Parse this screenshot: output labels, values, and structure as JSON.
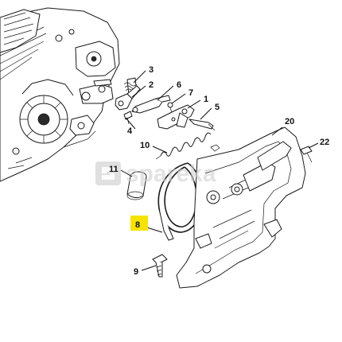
{
  "diagram": {
    "highlight_color": "#f7e300",
    "highlighted_part": "8",
    "watermark": {
      "text": "spareka"
    },
    "parts": [
      {
        "id": "p1",
        "number": "1"
      },
      {
        "id": "p2",
        "number": "2"
      },
      {
        "id": "p3",
        "number": "3"
      },
      {
        "id": "p4",
        "number": "4"
      },
      {
        "id": "p5",
        "number": "5"
      },
      {
        "id": "p6",
        "number": "6"
      },
      {
        "id": "p7",
        "number": "7"
      },
      {
        "id": "p8",
        "number": "8"
      },
      {
        "id": "p9",
        "number": "9"
      },
      {
        "id": "p10",
        "number": "10"
      },
      {
        "id": "p11",
        "number": "11"
      },
      {
        "id": "p20",
        "number": "20"
      },
      {
        "id": "p22",
        "number": "22"
      }
    ]
  }
}
